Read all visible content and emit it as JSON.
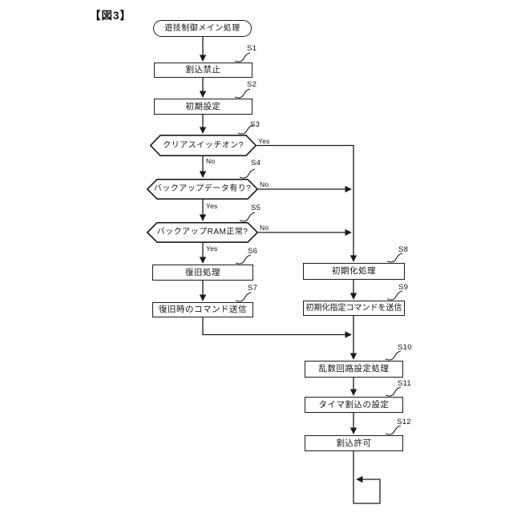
{
  "figure_label": "【図3】",
  "nodes": {
    "start": {
      "label": "遊技制御メイン処理"
    },
    "s1": {
      "step": "S1",
      "label": "割込禁止"
    },
    "s2": {
      "step": "S2",
      "label": "初期設定"
    },
    "s3": {
      "step": "S3",
      "label": "クリアスイッチオン?",
      "yes_label": "Yes",
      "no_label": "No"
    },
    "s4": {
      "step": "S4",
      "label": "バックアップデータ有り?",
      "yes_label": "Yes",
      "no_label": "No"
    },
    "s5": {
      "step": "S5",
      "label": "バックアップRAM正常?",
      "yes_label": "Yes",
      "no_label": "No"
    },
    "s6": {
      "step": "S6",
      "label": "復旧処理"
    },
    "s7": {
      "step": "S7",
      "label": "復旧時のコマンド送信"
    },
    "s8": {
      "step": "S8",
      "label": "初期化処理"
    },
    "s9": {
      "step": "S9",
      "label": "初期化指定コマンドを送信"
    },
    "s10": {
      "step": "S10",
      "label": "乱数回路設定処理"
    },
    "s11": {
      "step": "S11",
      "label": "タイマ割込の設定"
    },
    "s12": {
      "step": "S12",
      "label": "割込許可"
    }
  },
  "line_color": "#1b1b1b"
}
